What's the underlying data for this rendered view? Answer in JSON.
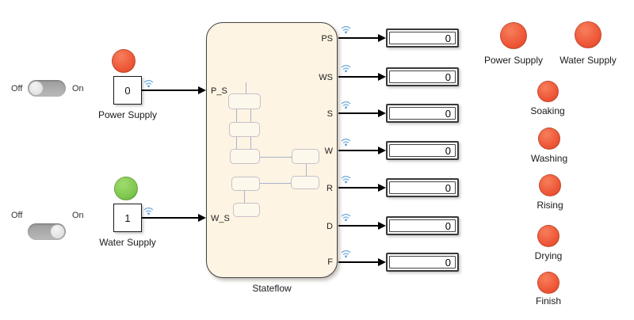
{
  "colors": {
    "lamp_orange": "#EE5637",
    "lamp_green": "#7FC850",
    "chart_fill": "#FDF4E3",
    "wifi_blue": "#6FA8DC"
  },
  "sources": [
    {
      "switch": {
        "off_label": "Off",
        "on_label": "On",
        "state": "off"
      },
      "lamp_color": "orange",
      "constant_value": "0",
      "label": "Power Supply"
    },
    {
      "switch": {
        "off_label": "Off",
        "on_label": "On",
        "state": "on"
      },
      "lamp_color": "green",
      "constant_value": "1",
      "label": "Water Supply"
    }
  ],
  "chart": {
    "label": "Stateflow",
    "inputs": [
      "P_S",
      "W_S"
    ],
    "outputs": [
      "PS",
      "WS",
      "S",
      "W",
      "R",
      "D",
      "F"
    ]
  },
  "displays": [
    {
      "value": "0"
    },
    {
      "value": "0"
    },
    {
      "value": "0"
    },
    {
      "value": "0"
    },
    {
      "value": "0"
    },
    {
      "value": "0"
    },
    {
      "value": "0"
    }
  ],
  "indicator_lamps": [
    {
      "label": "Power Supply"
    },
    {
      "label": "Water Supply"
    },
    {
      "label": "Soaking"
    },
    {
      "label": "Washing"
    },
    {
      "label": "Rising"
    },
    {
      "label": "Drying"
    },
    {
      "label": "Finish"
    }
  ]
}
